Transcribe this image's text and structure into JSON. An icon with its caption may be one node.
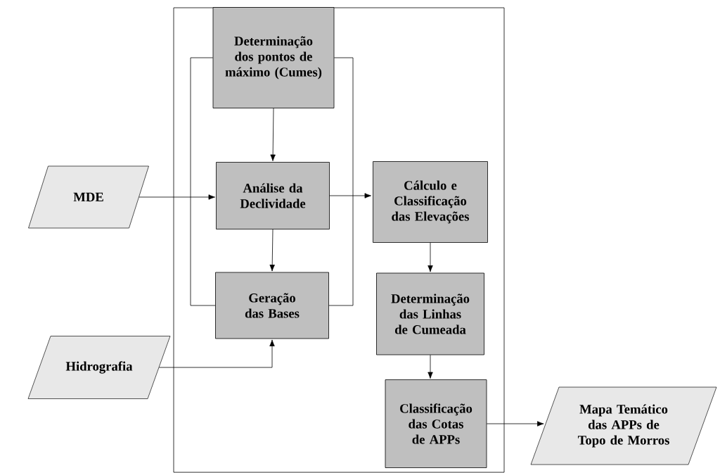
{
  "diagram": {
    "nodes": [
      {
        "text": [],
        "shape": "box"
      },
      {
        "text": [
          "Determinação dos pontos de máximo (Cumes)"
        ],
        "in": 0
      },
      {
        "text": [
          "Análise da Declividade"
        ],
        "in": 0
      },
      {
        "text": [
          "Geração das Bases"
        ],
        "in": 0
      },
      {
        "text": [
          "MDE"
        ]
      },
      {
        "text": [
          "Hidrografia"
        ]
      },
      {
        "text": [
          "Cálculo e Classificação das Elevações"
        ],
        "in": 0
      },
      {
        "text": [
          "Determinação das Linhas de Cumeada"
        ],
        "in": 0
      },
      {
        "text": [
          "Classificação das Cotas de APPs"
        ],
        "in": 0
      },
      {
        "text": [
          "Mapa Temático das APPs de Topo de Morros"
        ]
      }
    ],
    "edges": [
      {
        "from": 1,
        "to": 2,
        "arrow": "to"
      },
      {
        "from": 4,
        "to": 2,
        "arrow": "to"
      },
      {
        "from": 2,
        "to": 3,
        "arrow": "to"
      },
      {
        "from": 3,
        "to": 1,
        "arrow": "none"
      },
      {
        "from": 3,
        "to": 1,
        "arrow": "none"
      },
      {
        "from": 5,
        "to": 3,
        "arrow": "to"
      },
      {
        "from": 2,
        "to": 6,
        "arrow": "to"
      },
      {
        "from": 6,
        "to": 7,
        "arrow": "to"
      },
      {
        "from": 7,
        "to": 8,
        "arrow": "to"
      },
      {
        "from": 8,
        "to": 9,
        "arrow": "to"
      }
    ]
  }
}
